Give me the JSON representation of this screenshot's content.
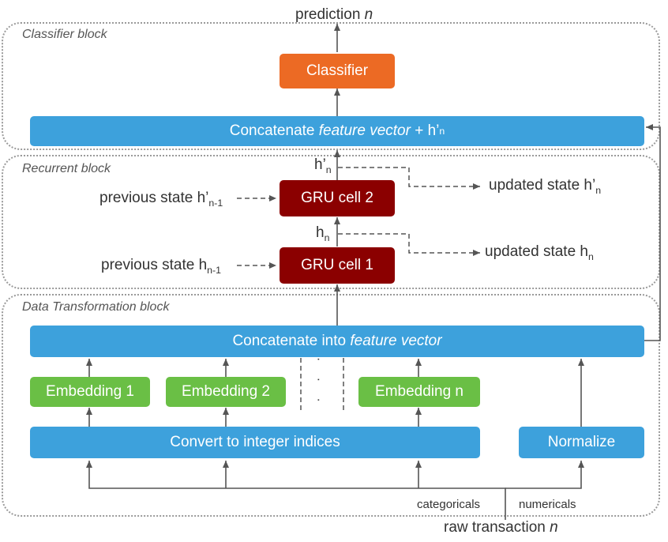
{
  "top": {
    "prediction_text": "prediction",
    "prediction_var": "n"
  },
  "regions": {
    "classifier": "Classifier block",
    "recurrent": "Recurrent block",
    "transform": "Data Transformation block"
  },
  "boxes": {
    "classifier": "Classifier",
    "concat_top_prefix": "Concatenate",
    "concat_top_italic": "feature vector",
    "concat_top_suffix": "+ h’",
    "concat_top_sub": "n",
    "gru2": "GRU cell 2",
    "gru1": "GRU cell 1",
    "concat_bottom_prefix": "Concatenate into",
    "concat_bottom_italic": "feature vector",
    "embeddings": [
      "Embedding 1",
      "Embedding 2",
      "Embedding n"
    ],
    "convert": "Convert to integer indices",
    "normalize": "Normalize"
  },
  "labels": {
    "h_prime": "h’",
    "h_prime_sub": "n",
    "h": "h",
    "h_sub": "n",
    "prev2": "previous state h’",
    "prev2_sub": "n-1",
    "prev1": "previous state h",
    "prev1_sub": "n-1",
    "upd2": "updated state h’",
    "upd2_sub": "n",
    "upd1": "updated state h",
    "upd1_sub": "n",
    "dots": "·  ·  ·",
    "categoricals": "categoricals",
    "numericals": "numericals",
    "raw_text": "raw transaction",
    "raw_var": "n"
  },
  "colors": {
    "blue": "#3da1dc",
    "green": "#6abf45",
    "red": "#8b0000",
    "orange": "#ec6a24"
  }
}
